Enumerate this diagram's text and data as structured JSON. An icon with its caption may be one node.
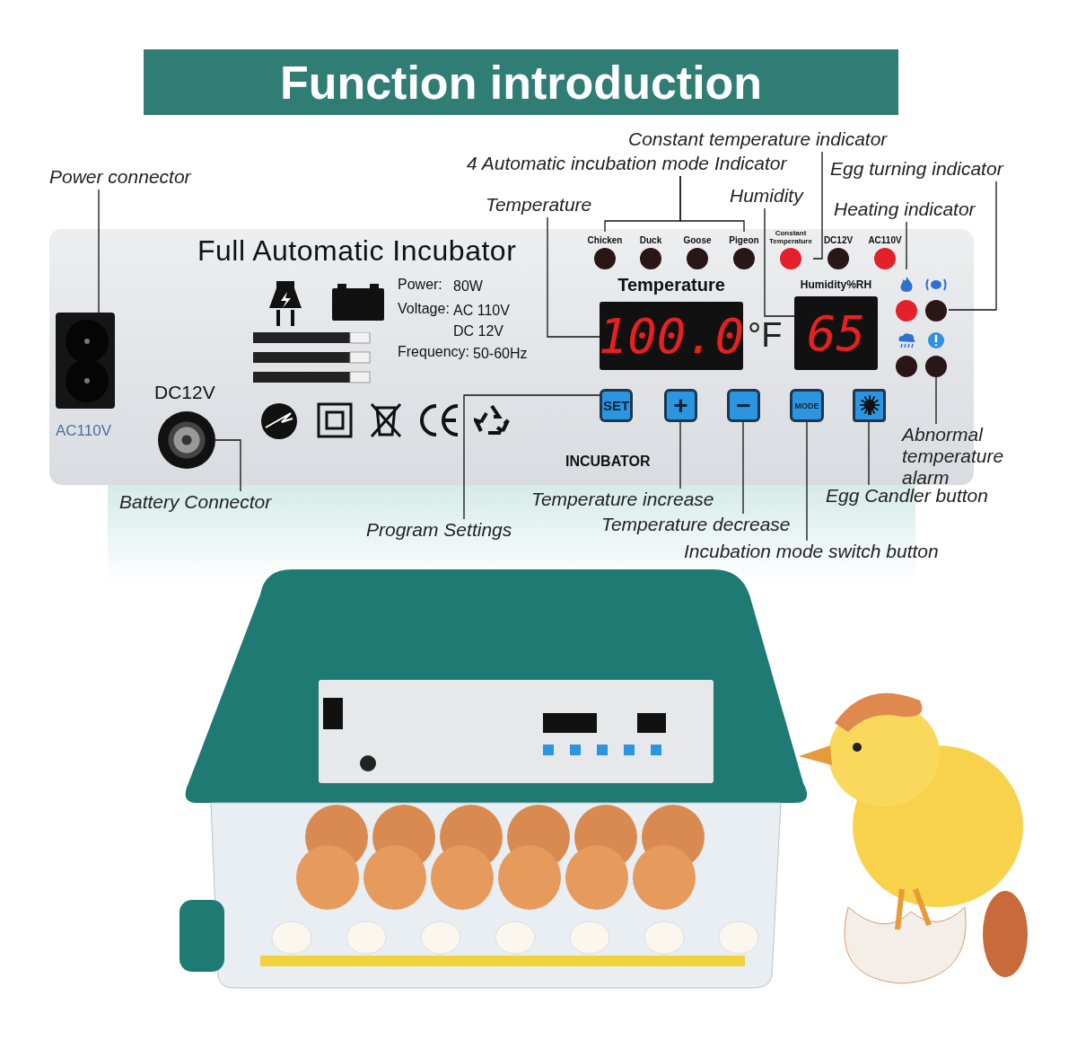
{
  "diagram": {
    "title": "Function introduction",
    "nodes": [
      {
        "text": [
          "Constant temperature indicator"
        ]
      },
      {
        "text": [
          "4 Automatic incubation mode Indicator"
        ]
      },
      {
        "text": [
          "Egg turning indicator"
        ]
      },
      {
        "text": [
          "Power connector"
        ]
      },
      {
        "text": [
          "Humidity"
        ]
      },
      {
        "text": [
          "Temperature"
        ]
      },
      {
        "text": [
          "Heating indicator"
        ]
      },
      {
        "text": [
          "Full Automatic Incubator"
        ]
      },
      {
        "text": [],
        "shape": "box",
        "in": 7
      },
      {
        "text": [],
        "shape": "circle",
        "in": 7
      },
      {
        "text": [
          "Chicken"
        ],
        "in": 7
      },
      {
        "text": [
          "Duck"
        ],
        "in": 7
      },
      {
        "text": [
          "Goose"
        ],
        "in": 7
      },
      {
        "text": [
          "Pigeon"
        ],
        "in": 7
      },
      {
        "text": [
          "Constant Temperature"
        ],
        "in": 7
      },
      {
        "text": [
          "DC12V"
        ],
        "in": 7
      },
      {
        "text": [
          "AC110V"
        ],
        "in": 7
      },
      {
        "text": [],
        "shape": "circle",
        "in": 7
      },
      {
        "text": [],
        "shape": "circle",
        "in": 7
      },
      {
        "text": [
          "Temperature",
          "100.0"
        ],
        "in": 7
      },
      {
        "text": [
          "Humidity%RH",
          "65"
        ],
        "in": 7
      },
      {
        "text": [],
        "shape": "circle",
        "in": 7
      },
      {
        "text": [],
        "shape": "circle",
        "in": 7
      },
      {
        "text": [
          "SET"
        ],
        "in": 7
      },
      {
        "text": [
          "+"
        ],
        "in": 7
      },
      {
        "text": [
          "−"
        ],
        "in": 7
      },
      {
        "text": [
          "MODE"
        ],
        "in": 7
      },
      {
        "text": [],
        "shape": "box",
        "in": 7
      },
      {
        "text": [
          "Abnormal temperature alarm"
        ]
      },
      {
        "text": [
          "Battery Connector"
        ]
      },
      {
        "text": [
          "Temperature increase"
        ]
      },
      {
        "text": [
          "Egg Candler button"
        ]
      },
      {
        "text": [
          "Temperature decrease"
        ]
      },
      {
        "text": [
          "Program Settings"
        ]
      },
      {
        "text": [
          "Incubation mode switch button"
        ]
      }
    ],
    "edges": [
      {
        "from": 3,
        "to": 8,
        "arrow": "none"
      },
      {
        "from": 0,
        "to": 14,
        "arrow": "none"
      },
      {
        "from": 1,
        "to": 10,
        "arrow": "none"
      },
      {
        "from": 1,
        "to": 13,
        "arrow": "none"
      },
      {
        "from": 2,
        "to": 18,
        "arrow": "none"
      },
      {
        "from": 4,
        "to": 20,
        "arrow": "none"
      },
      {
        "from": 5,
        "to": 19,
        "arrow": "none"
      },
      {
        "from": 6,
        "to": 17,
        "arrow": "none"
      },
      {
        "from": 29,
        "to": 9,
        "arrow": "none"
      },
      {
        "from": 33,
        "to": 23,
        "arrow": "none"
      },
      {
        "from": 30,
        "to": 24,
        "arrow": "none"
      },
      {
        "from": 32,
        "to": 25,
        "arrow": "none"
      },
      {
        "from": 34,
        "to": 26,
        "arrow": "none"
      },
      {
        "from": 31,
        "to": 27,
        "arrow": "none"
      },
      {
        "from": 28,
        "to": 22,
        "arrow": "none"
      }
    ],
    "labels": [
      "Power:",
      "80W",
      "Voltage:",
      "AC 110V",
      "DC 12V",
      "Frequency:",
      "50-60Hz",
      "°F",
      "DC12V",
      "AC110V",
      "INCUBATOR"
    ]
  }
}
